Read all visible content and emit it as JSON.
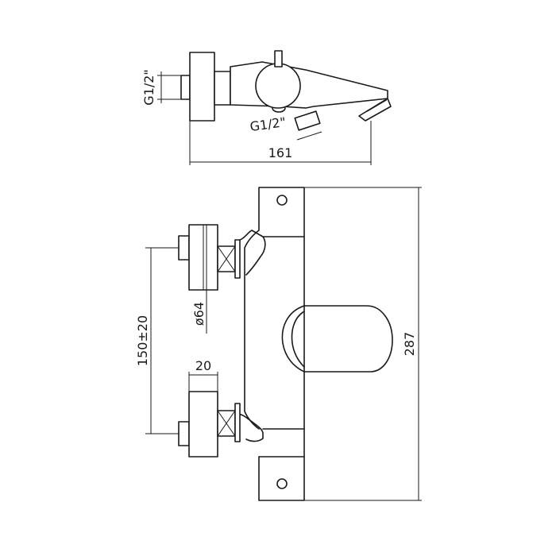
{
  "diagram": {
    "top_view": {
      "inlet_thread_label": "G1/2\"",
      "outlet_thread_label": "G1/2\"",
      "length_label": "161"
    },
    "front_view": {
      "inlet_spacing_label": "150±20",
      "cover_diameter_label": "ø64",
      "inlet_offset_label": "20",
      "height_label": "287"
    }
  }
}
